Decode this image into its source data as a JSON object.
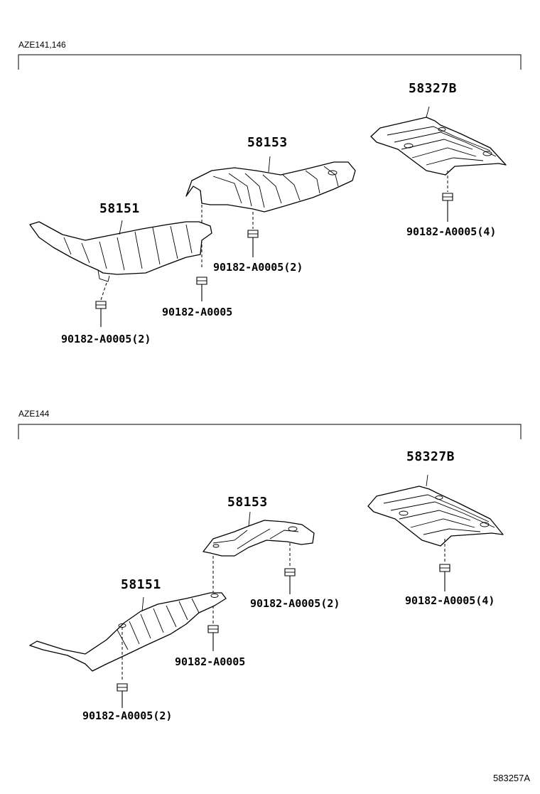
{
  "sections": [
    {
      "variant": "AZE141,146",
      "labels": {
        "p58327b": "58327B",
        "p58153": "58153",
        "p58151": "58151",
        "bolt_a": "90182-A0005(4)",
        "bolt_b": "90182-A0005(2)",
        "bolt_c": "90182-A0005",
        "bolt_d": "90182-A0005(2)"
      }
    },
    {
      "variant": "AZE144",
      "labels": {
        "p58327b": "58327B",
        "p58153": "58153",
        "p58151": "58151",
        "bolt_a": "90182-A0005(4)",
        "bolt_b": "90182-A0005(2)",
        "bolt_c": "90182-A0005",
        "bolt_d": "90182-A0005(2)"
      }
    }
  ],
  "figure_id": "583257A"
}
